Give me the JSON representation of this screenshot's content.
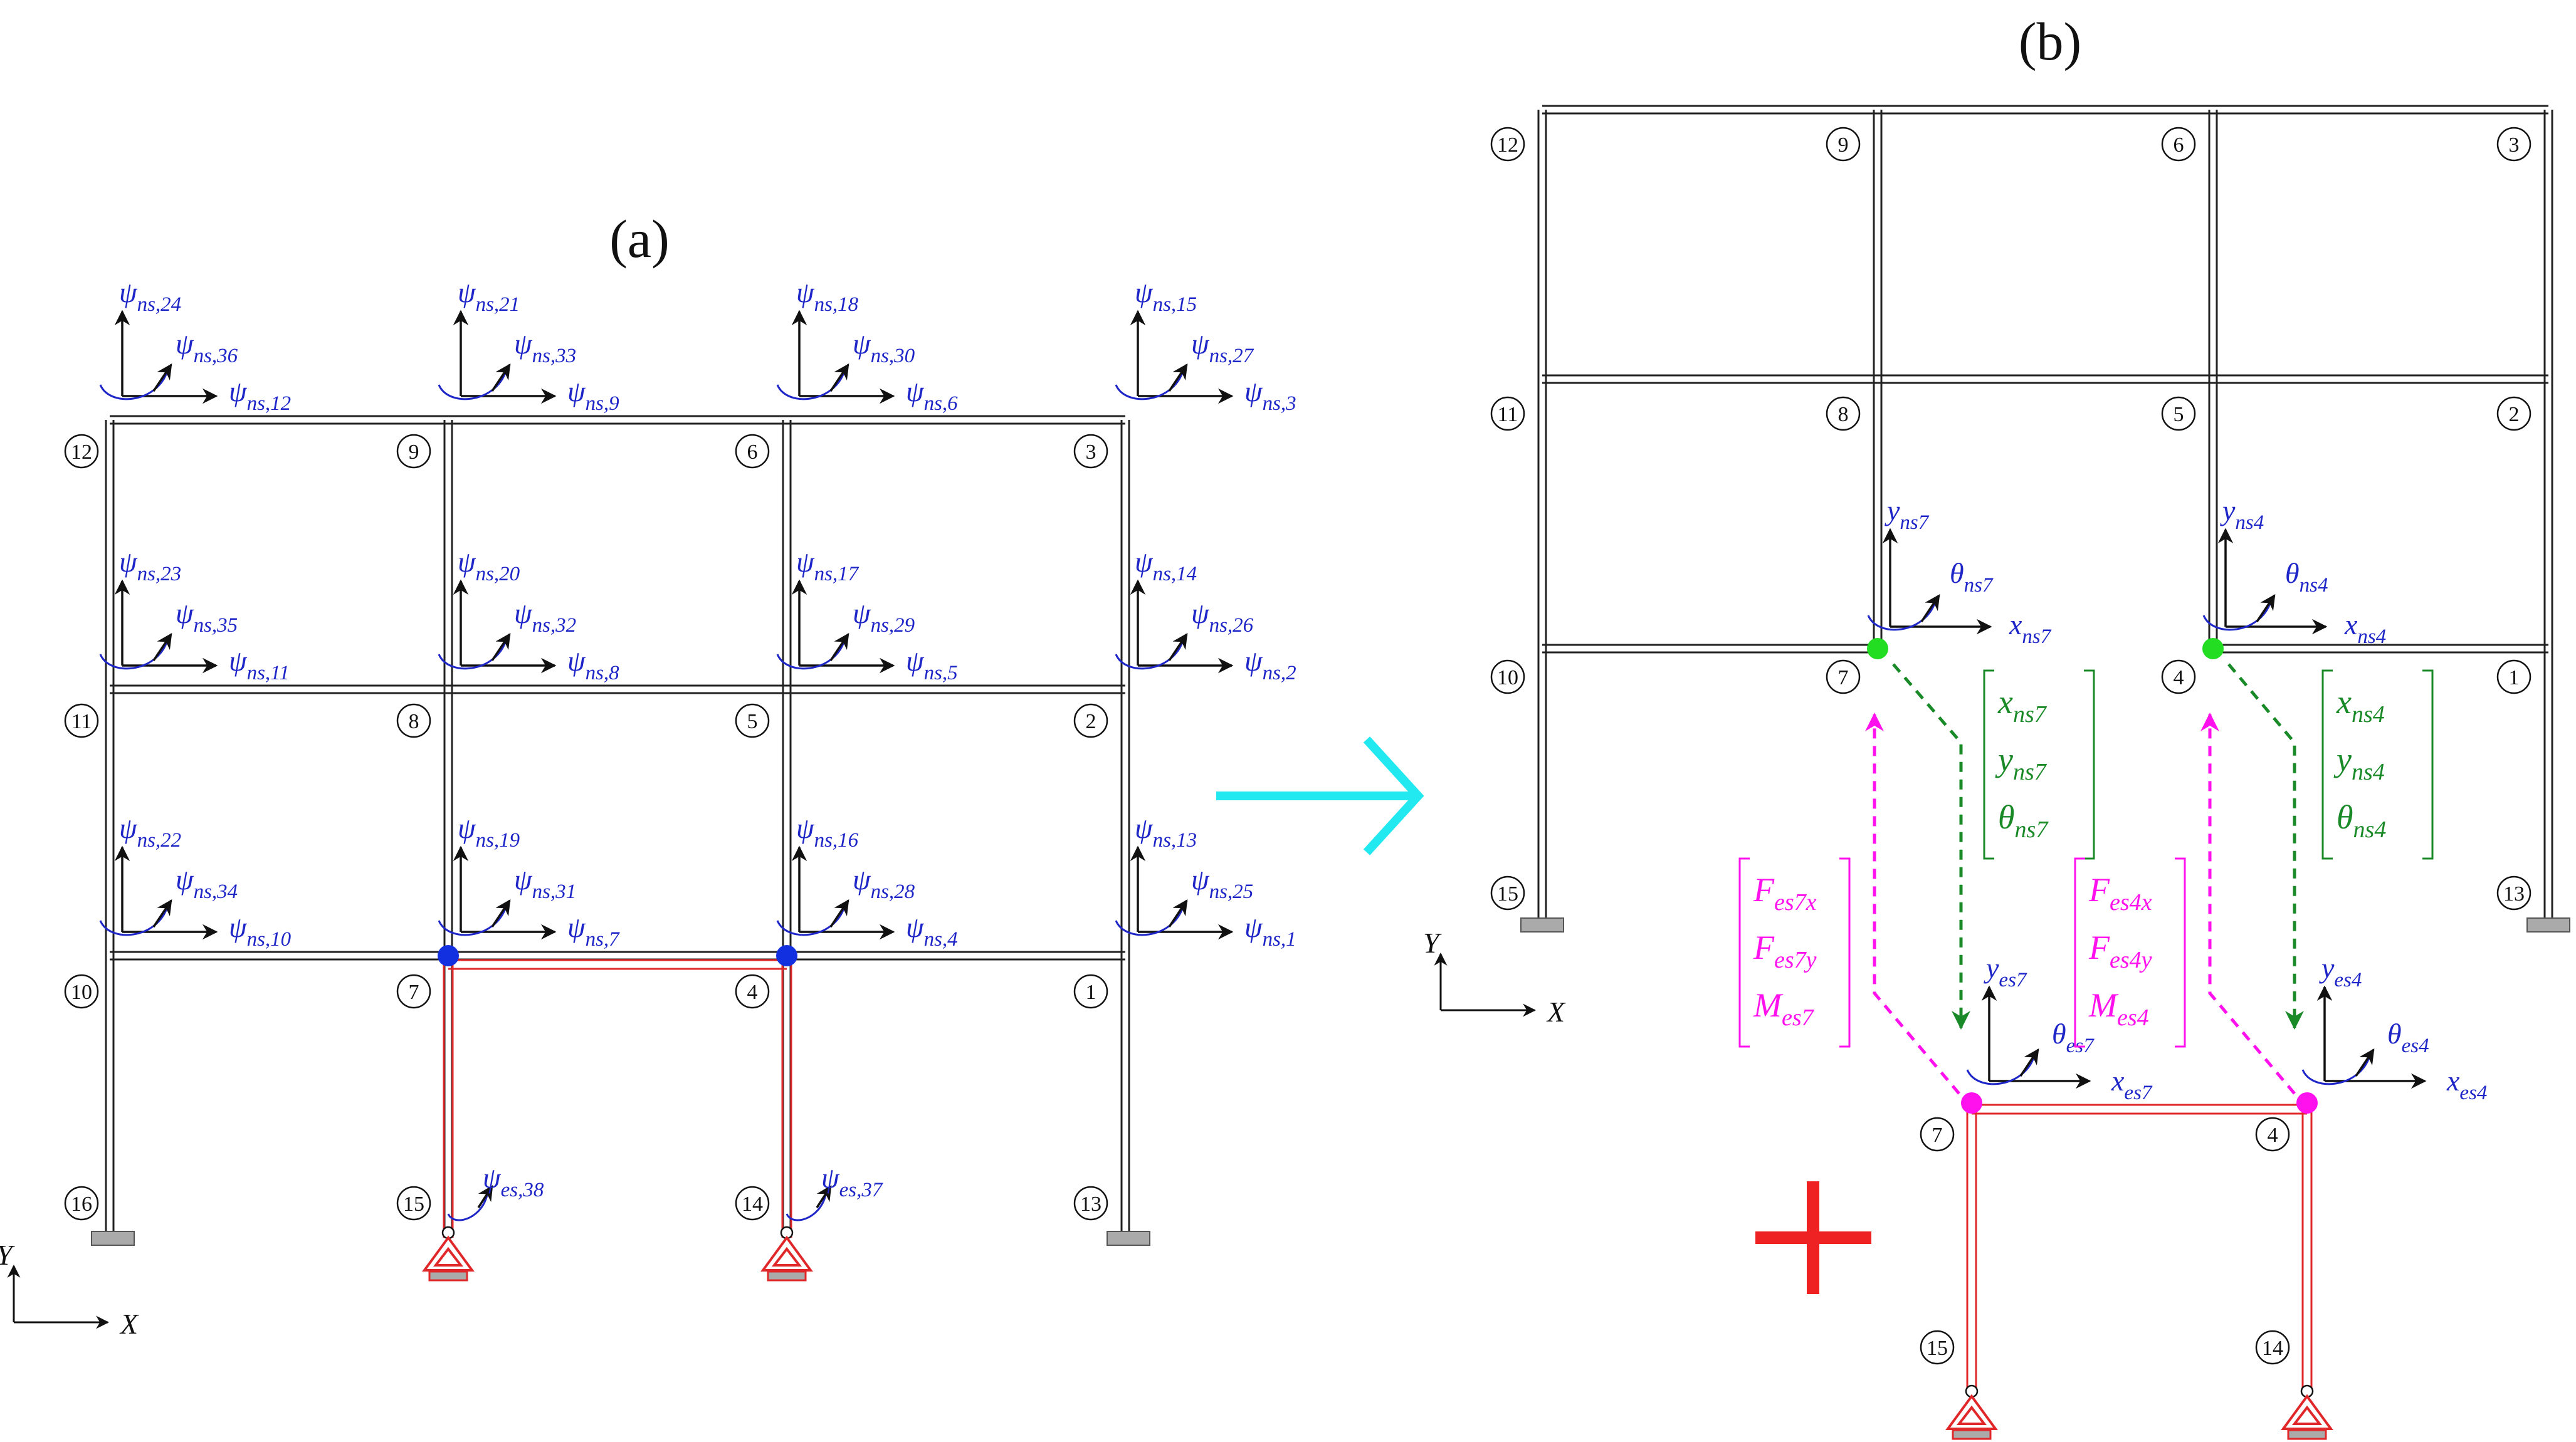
{
  "panels": {
    "a": "(a)",
    "b": "(b)"
  },
  "colors": {
    "frame": "#222222",
    "substructure": "#e0282a",
    "dof_label": "#1e26c8",
    "node_dot": "#1330e0",
    "green": "#1a8a28",
    "green_dot": "#22dd22",
    "magenta": "#ff11ee",
    "cyan_arrow": "#22e8f0",
    "plus": "#ee2222",
    "support_gray": "#aaaaaa"
  },
  "icons": {
    "support_pin": "pin-support-icon",
    "support_fixed": "fixed-support-icon",
    "transition": "right-arrow-icon",
    "combine": "plus-icon"
  },
  "axes": {
    "x": "X",
    "y": "Y"
  },
  "frame_a": {
    "nodes": [
      "1",
      "2",
      "3",
      "4",
      "5",
      "6",
      "7",
      "8",
      "9",
      "10",
      "11",
      "12",
      "13",
      "14",
      "15",
      "16"
    ],
    "dofs": {
      "n1": {
        "v": [
          "ψ",
          "ns,13"
        ],
        "r": [
          "ψ",
          "ns,25"
        ],
        "h": [
          "ψ",
          "ns,1"
        ]
      },
      "n2": {
        "v": [
          "ψ",
          "ns,14"
        ],
        "r": [
          "ψ",
          "ns,26"
        ],
        "h": [
          "ψ",
          "ns,2"
        ]
      },
      "n3": {
        "v": [
          "ψ",
          "ns,15"
        ],
        "r": [
          "ψ",
          "ns,27"
        ],
        "h": [
          "ψ",
          "ns,3"
        ]
      },
      "n4": {
        "v": [
          "ψ",
          "ns,16"
        ],
        "r": [
          "ψ",
          "ns,28"
        ],
        "h": [
          "ψ",
          "ns,4"
        ]
      },
      "n5": {
        "v": [
          "ψ",
          "ns,17"
        ],
        "r": [
          "ψ",
          "ns,29"
        ],
        "h": [
          "ψ",
          "ns,5"
        ]
      },
      "n6": {
        "v": [
          "ψ",
          "ns,18"
        ],
        "r": [
          "ψ",
          "ns,30"
        ],
        "h": [
          "ψ",
          "ns,6"
        ]
      },
      "n7": {
        "v": [
          "ψ",
          "ns,19"
        ],
        "r": [
          "ψ",
          "ns,31"
        ],
        "h": [
          "ψ",
          "ns,7"
        ]
      },
      "n8": {
        "v": [
          "ψ",
          "ns,20"
        ],
        "r": [
          "ψ",
          "ns,32"
        ],
        "h": [
          "ψ",
          "ns,8"
        ]
      },
      "n9": {
        "v": [
          "ψ",
          "ns,21"
        ],
        "r": [
          "ψ",
          "ns,33"
        ],
        "h": [
          "ψ",
          "ns,9"
        ]
      },
      "n10": {
        "v": [
          "ψ",
          "ns,22"
        ],
        "r": [
          "ψ",
          "ns,34"
        ],
        "h": [
          "ψ",
          "ns,10"
        ]
      },
      "n11": {
        "v": [
          "ψ",
          "ns,23"
        ],
        "r": [
          "ψ",
          "ns,35"
        ],
        "h": [
          "ψ",
          "ns,11"
        ]
      },
      "n12": {
        "v": [
          "ψ",
          "ns,24"
        ],
        "r": [
          "ψ",
          "ns,36"
        ],
        "h": [
          "ψ",
          "ns,12"
        ]
      },
      "n14": {
        "r": [
          "ψ",
          "es,37"
        ]
      },
      "n15": {
        "r": [
          "ψ",
          "es,38"
        ]
      }
    }
  },
  "frame_b": {
    "nodes": [
      "1",
      "2",
      "3",
      "4",
      "5",
      "6",
      "7",
      "8",
      "9",
      "10",
      "11",
      "12",
      "13"
    ],
    "dofs": {
      "n7": {
        "y": [
          "y",
          "ns7"
        ],
        "t": [
          "θ",
          "ns7"
        ],
        "x": [
          "x",
          "ns7"
        ]
      },
      "n4": {
        "y": [
          "y",
          "ns4"
        ],
        "t": [
          "θ",
          "ns4"
        ],
        "x": [
          "x",
          "ns4"
        ]
      }
    },
    "vec_ns7": [
      [
        "x",
        "ns7"
      ],
      [
        "y",
        "ns7"
      ],
      [
        "θ",
        "ns7"
      ]
    ],
    "vec_ns4": [
      [
        "x",
        "ns4"
      ],
      [
        "y",
        "ns4"
      ],
      [
        "θ",
        "ns4"
      ]
    ]
  },
  "sub_b": {
    "nodes": [
      "4",
      "7",
      "14",
      "15"
    ],
    "dofs": {
      "n7": {
        "y": [
          "y",
          "es7"
        ],
        "t": [
          "θ",
          "es7"
        ],
        "x": [
          "x",
          "es7"
        ]
      },
      "n4": {
        "y": [
          "y",
          "es4"
        ],
        "t": [
          "θ",
          "es4"
        ],
        "x": [
          "x",
          "es4"
        ]
      }
    },
    "vec_es7": [
      [
        "F",
        "es7x"
      ],
      [
        "F",
        "es7y"
      ],
      [
        "M",
        "es7"
      ]
    ],
    "vec_es4": [
      [
        "F",
        "es4x"
      ],
      [
        "F",
        "es4y"
      ],
      [
        "M",
        "es4"
      ]
    ]
  }
}
